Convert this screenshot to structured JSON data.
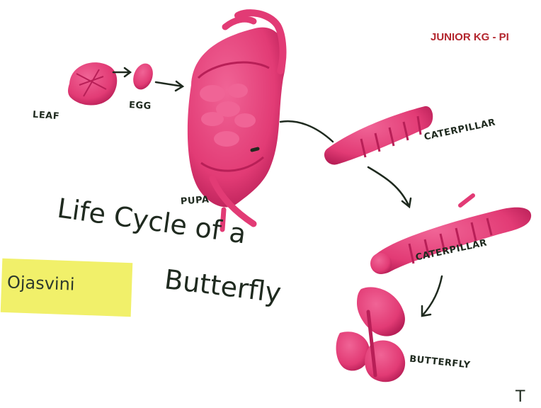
{
  "header": {
    "class_label": "JUNIOR KG - PI"
  },
  "stages": {
    "leaf": "LEAF",
    "egg": "EGG",
    "pupa": "PUPA",
    "baby_caterpillar": "CATERPILLAR",
    "caterpillar": "CATERPILLAR",
    "butterfly": "BUTTERFLY"
  },
  "title": {
    "line1": "Life Cycle of a",
    "line2": "Butterfly"
  },
  "student": {
    "name": "Ojasvini"
  },
  "corner_text": "T",
  "colors": {
    "clay": "#e23b75",
    "clay_dark": "#b81f57",
    "ink": "#1f2a1f",
    "name_tag": "#f1f06a",
    "header": "#b3262e"
  }
}
